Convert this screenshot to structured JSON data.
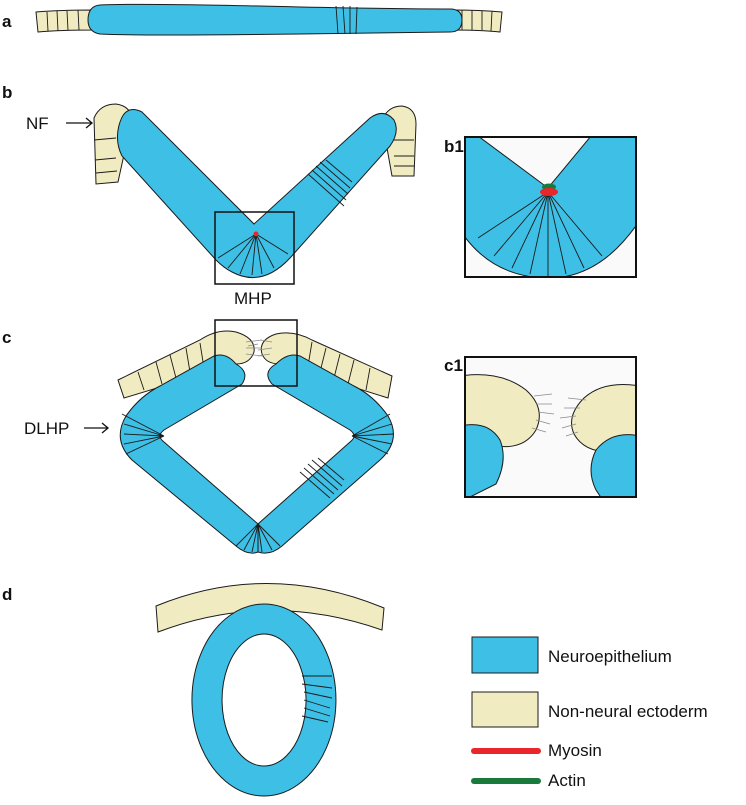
{
  "panels": {
    "a": "a",
    "b": "b",
    "b1": "b1",
    "c": "c",
    "c1": "c1",
    "d": "d"
  },
  "annotations": {
    "nf": "NF",
    "mhp": "MHP",
    "dlhp": "DLHP"
  },
  "legend": {
    "items": [
      {
        "label": "Neuroepithelium",
        "color": "#3dbfe6",
        "kind": "swatch"
      },
      {
        "label": "Non-neural ectoderm",
        "color": "#f1ebc1",
        "kind": "swatch"
      },
      {
        "label": "Myosin",
        "color": "#e8262b",
        "kind": "line"
      },
      {
        "label": "Actin",
        "color": "#1a7a3c",
        "kind": "line"
      }
    ]
  },
  "colors": {
    "neuroepithelium": "#3dbfe6",
    "ectoderm": "#f1ebc1",
    "myosin": "#e8262b",
    "actin": "#1a7a3c"
  }
}
